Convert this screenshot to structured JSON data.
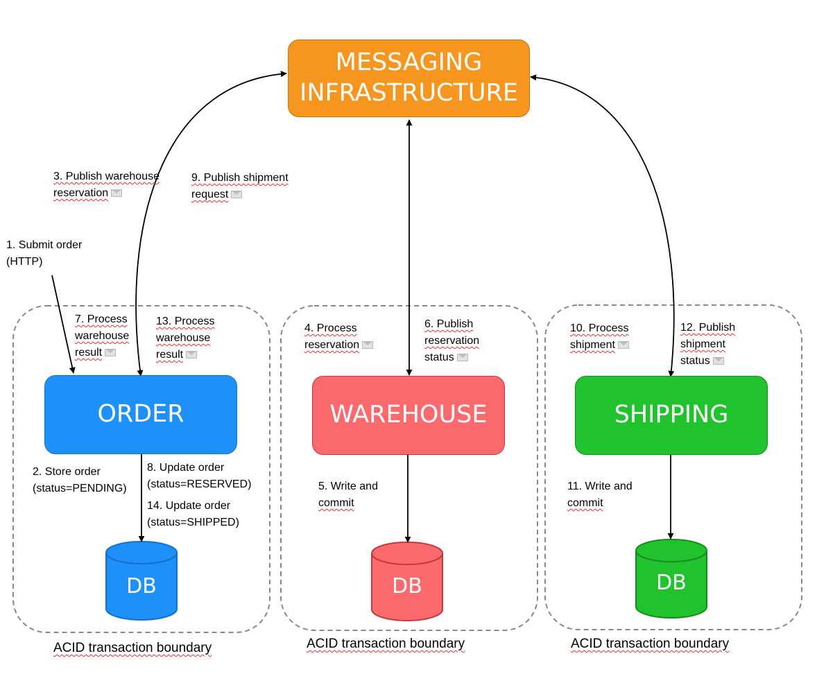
{
  "messaging": {
    "line1": "MESSAGING",
    "line2": "INFRASTRUCTURE"
  },
  "services": {
    "order": {
      "name": "ORDER",
      "db": "DB"
    },
    "warehouse": {
      "name": "WAREHOUSE",
      "db": "DB"
    },
    "shipping": {
      "name": "SHIPPING",
      "db": "DB"
    }
  },
  "boundary_caption": "ACID transaction boundary",
  "steps": {
    "s1": [
      "1. Submit order",
      "(HTTP)"
    ],
    "s2": [
      "2. Store order",
      "(status=PENDING)"
    ],
    "s3": [
      "3. Publish warehouse",
      "reservation"
    ],
    "s4": [
      "4. Process",
      "reservation"
    ],
    "s5": [
      "5. Write and",
      "commit"
    ],
    "s6": [
      "6. Publish",
      "reservation",
      "status"
    ],
    "s7": [
      "7. Process",
      "warehouse",
      "result"
    ],
    "s8": [
      "8. Update order",
      "(status=RESERVED)"
    ],
    "s9": [
      "9. Publish shipment",
      "request"
    ],
    "s10": [
      "10. Process",
      "shipment"
    ],
    "s11": [
      "11. Write and",
      "commit"
    ],
    "s12": [
      "12. Publish",
      "shipment",
      "status"
    ],
    "s13": [
      "13. Process",
      "warehouse",
      "result"
    ],
    "s14": [
      "14. Update order",
      "(status=SHIPPED)"
    ]
  },
  "colors": {
    "messaging": "#f7961e",
    "order": "#1e90fa",
    "warehouse": "#fd6a6d",
    "shipping": "#20c22d"
  }
}
